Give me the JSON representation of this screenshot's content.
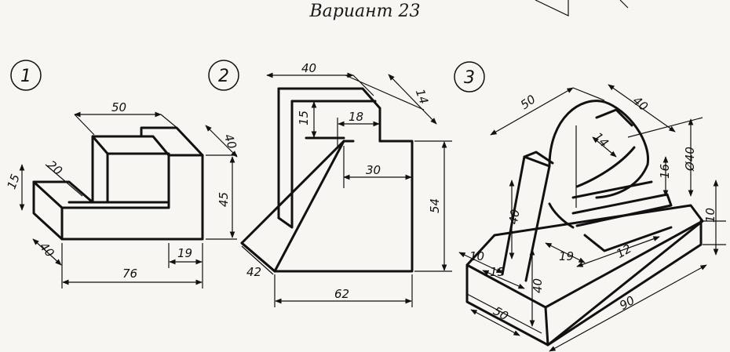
{
  "title": "Вариант 23",
  "figures": [
    {
      "number": "1",
      "dimensions": [
        "50",
        "40",
        "15",
        "20",
        "45",
        "40",
        "19",
        "76"
      ]
    },
    {
      "number": "2",
      "dimensions": [
        "40",
        "14",
        "15",
        "18",
        "30",
        "54",
        "42",
        "62"
      ]
    },
    {
      "number": "3",
      "dimensions": [
        "50",
        "40",
        "14",
        "Ø40",
        "16",
        "10",
        "40",
        "10",
        "15",
        "19",
        "12",
        "40",
        "50",
        "90"
      ]
    }
  ],
  "colors": {
    "ink": "#111111",
    "paper": "#f7f6f2"
  }
}
